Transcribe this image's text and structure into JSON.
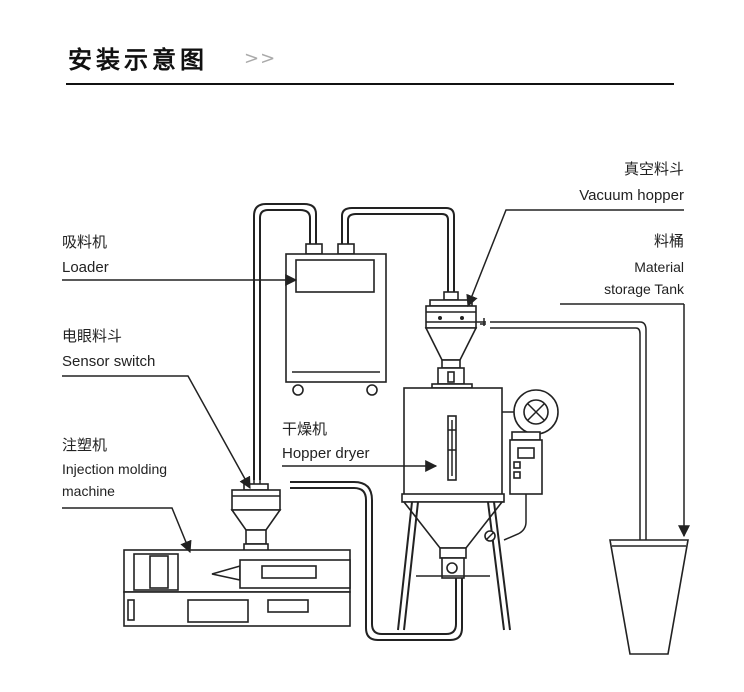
{
  "header": {
    "title": "安装示意图",
    "arrows": ">>"
  },
  "labels": {
    "loader_zh": "吸料机",
    "loader_en": "Loader",
    "sensor_zh": "电眼料斗",
    "sensor_en": "Sensor switch",
    "injection_zh": "注塑机",
    "injection_en_1": "Injection molding",
    "injection_en_2": "machine",
    "dryer_zh": "干燥机",
    "dryer_en": "Hopper dryer",
    "vacuum_zh": "真空料斗",
    "vacuum_en": "Vacuum hopper",
    "tank_zh": "料桶",
    "tank_en_1": "Material",
    "tank_en_2": "storage Tank"
  }
}
